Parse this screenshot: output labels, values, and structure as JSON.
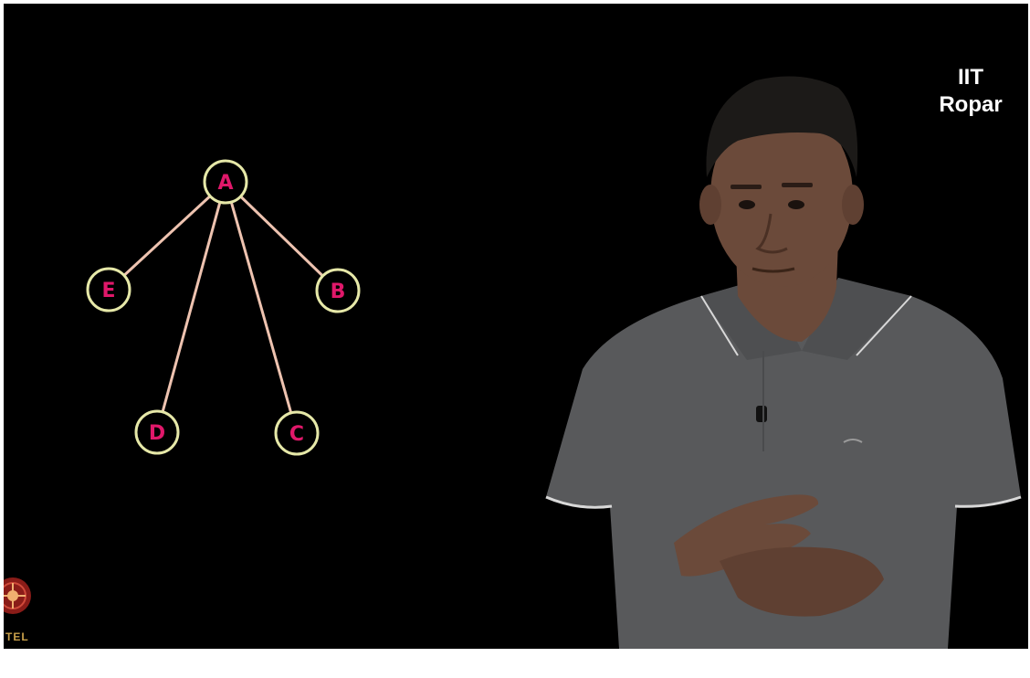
{
  "institution": {
    "line1": "IIT",
    "line2": "Ropar"
  },
  "logo": {
    "name": "nptel-logo",
    "text": "TEL"
  },
  "diagram": {
    "nodes": [
      {
        "id": "A",
        "label": "A"
      },
      {
        "id": "E",
        "label": "E"
      },
      {
        "id": "B",
        "label": "B"
      },
      {
        "id": "D",
        "label": "D"
      },
      {
        "id": "C",
        "label": "C"
      }
    ],
    "edges": [
      [
        "A",
        "E"
      ],
      [
        "A",
        "B"
      ],
      [
        "A",
        "D"
      ],
      [
        "A",
        "C"
      ]
    ],
    "colors": {
      "node_stroke": "#e6e8a8",
      "node_text": "#e0186a",
      "edge": "#eec3b0",
      "background": "#000000"
    }
  },
  "presenter": {
    "shirt": "#58595b",
    "skin": "#6b4a3a",
    "hair": "#1c1a18"
  }
}
